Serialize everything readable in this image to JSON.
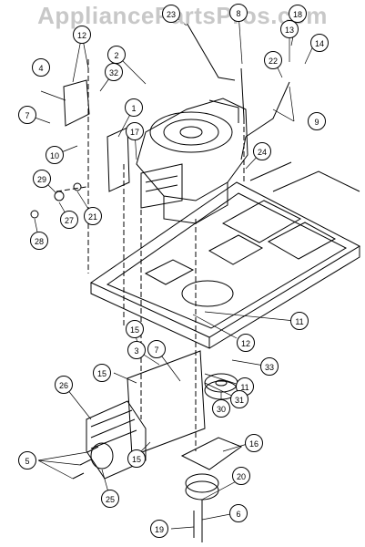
{
  "watermark": "AppliancePartsPros.com",
  "callouts": [
    {
      "id": "c1",
      "label": "1"
    },
    {
      "id": "c2",
      "label": "2"
    },
    {
      "id": "c3",
      "label": "3"
    },
    {
      "id": "c4",
      "label": "4"
    },
    {
      "id": "c5",
      "label": "5"
    },
    {
      "id": "c6",
      "label": "6"
    },
    {
      "id": "c7a",
      "label": "7"
    },
    {
      "id": "c7b",
      "label": "7"
    },
    {
      "id": "c8",
      "label": "8"
    },
    {
      "id": "c9",
      "label": "9"
    },
    {
      "id": "c10",
      "label": "10"
    },
    {
      "id": "c11a",
      "label": "11"
    },
    {
      "id": "c11b",
      "label": "11"
    },
    {
      "id": "c12a",
      "label": "12"
    },
    {
      "id": "c12b",
      "label": "12"
    },
    {
      "id": "c13",
      "label": "13"
    },
    {
      "id": "c14",
      "label": "14"
    },
    {
      "id": "c15a",
      "label": "15"
    },
    {
      "id": "c15b",
      "label": "15"
    },
    {
      "id": "c15c",
      "label": "15"
    },
    {
      "id": "c16",
      "label": "16"
    },
    {
      "id": "c17",
      "label": "17"
    },
    {
      "id": "c18",
      "label": "18"
    },
    {
      "id": "c19",
      "label": "19"
    },
    {
      "id": "c20",
      "label": "20"
    },
    {
      "id": "c21",
      "label": "21"
    },
    {
      "id": "c22",
      "label": "22"
    },
    {
      "id": "c23",
      "label": "23"
    },
    {
      "id": "c24",
      "label": "24"
    },
    {
      "id": "c25",
      "label": "25"
    },
    {
      "id": "c26",
      "label": "26"
    },
    {
      "id": "c27",
      "label": "27"
    },
    {
      "id": "c28",
      "label": "28"
    },
    {
      "id": "c29",
      "label": "29"
    },
    {
      "id": "c30",
      "label": "30"
    },
    {
      "id": "c31",
      "label": "31"
    },
    {
      "id": "c32",
      "label": "32"
    },
    {
      "id": "c33",
      "label": "33"
    }
  ]
}
